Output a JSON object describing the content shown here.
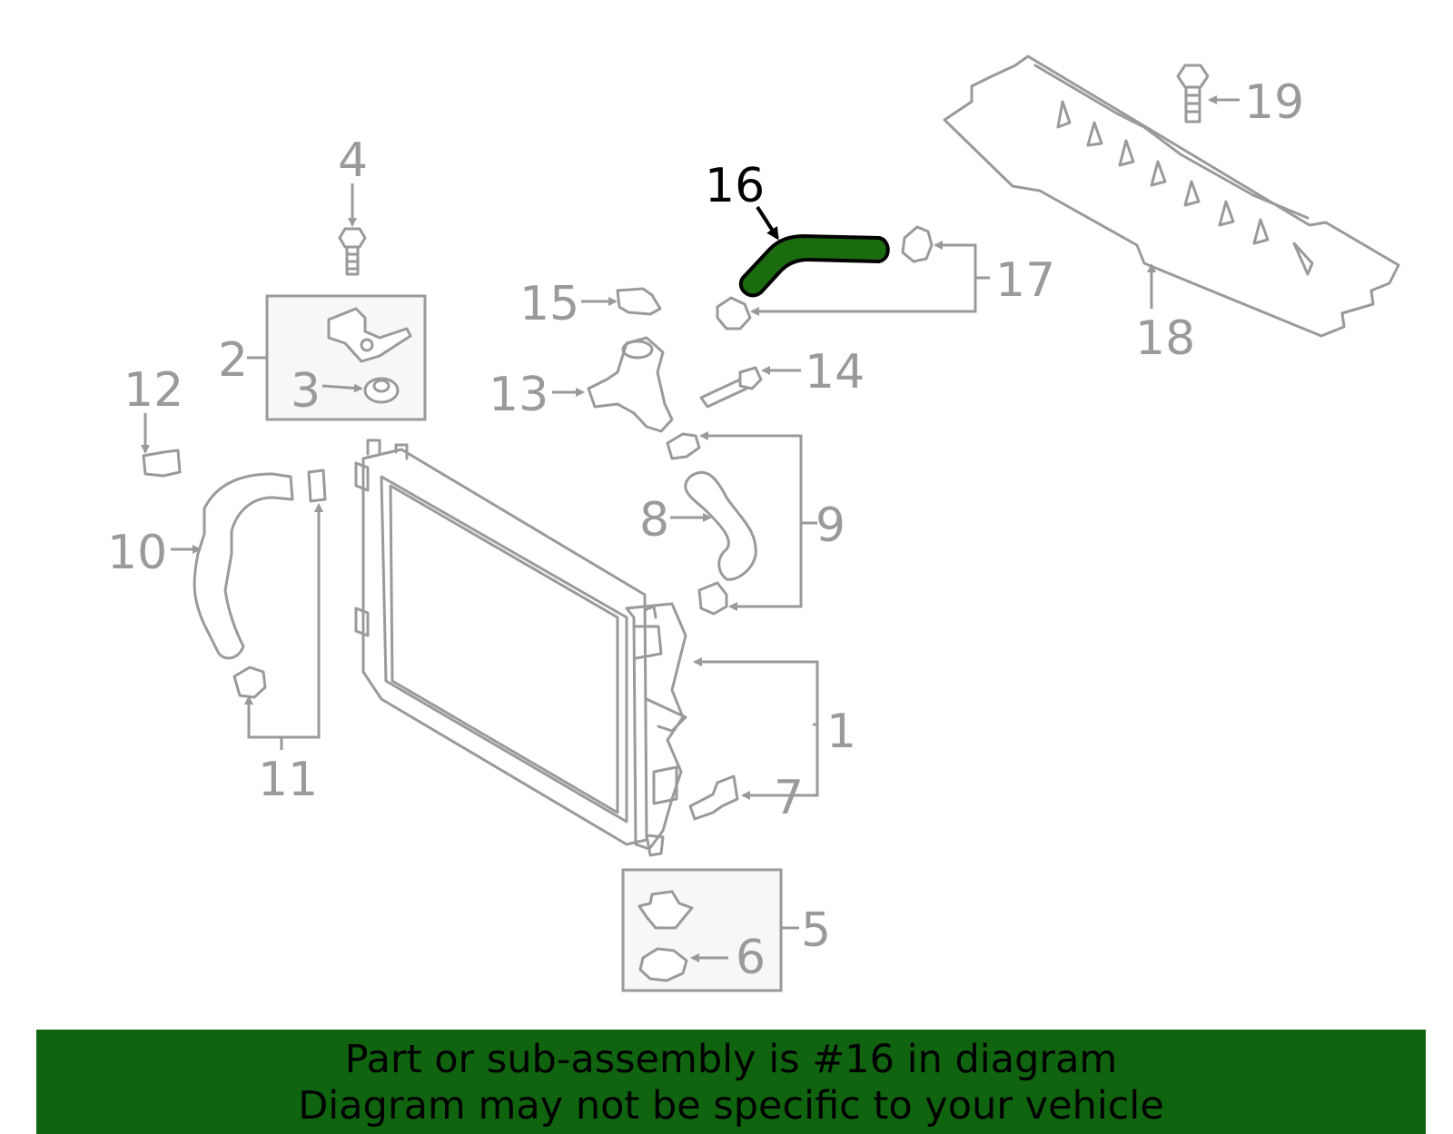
{
  "diagram": {
    "highlight_color": "#1b6b0f",
    "highlighted_part": "16",
    "callouts": [
      "1",
      "2",
      "3",
      "4",
      "5",
      "6",
      "7",
      "8",
      "9",
      "10",
      "11",
      "12",
      "13",
      "14",
      "15",
      "16",
      "17",
      "18",
      "19"
    ]
  },
  "banner": {
    "line1": "Part or sub-assembly is #16 in diagram",
    "line2": "Diagram may not be specific to your vehicle",
    "background": "#106410"
  }
}
